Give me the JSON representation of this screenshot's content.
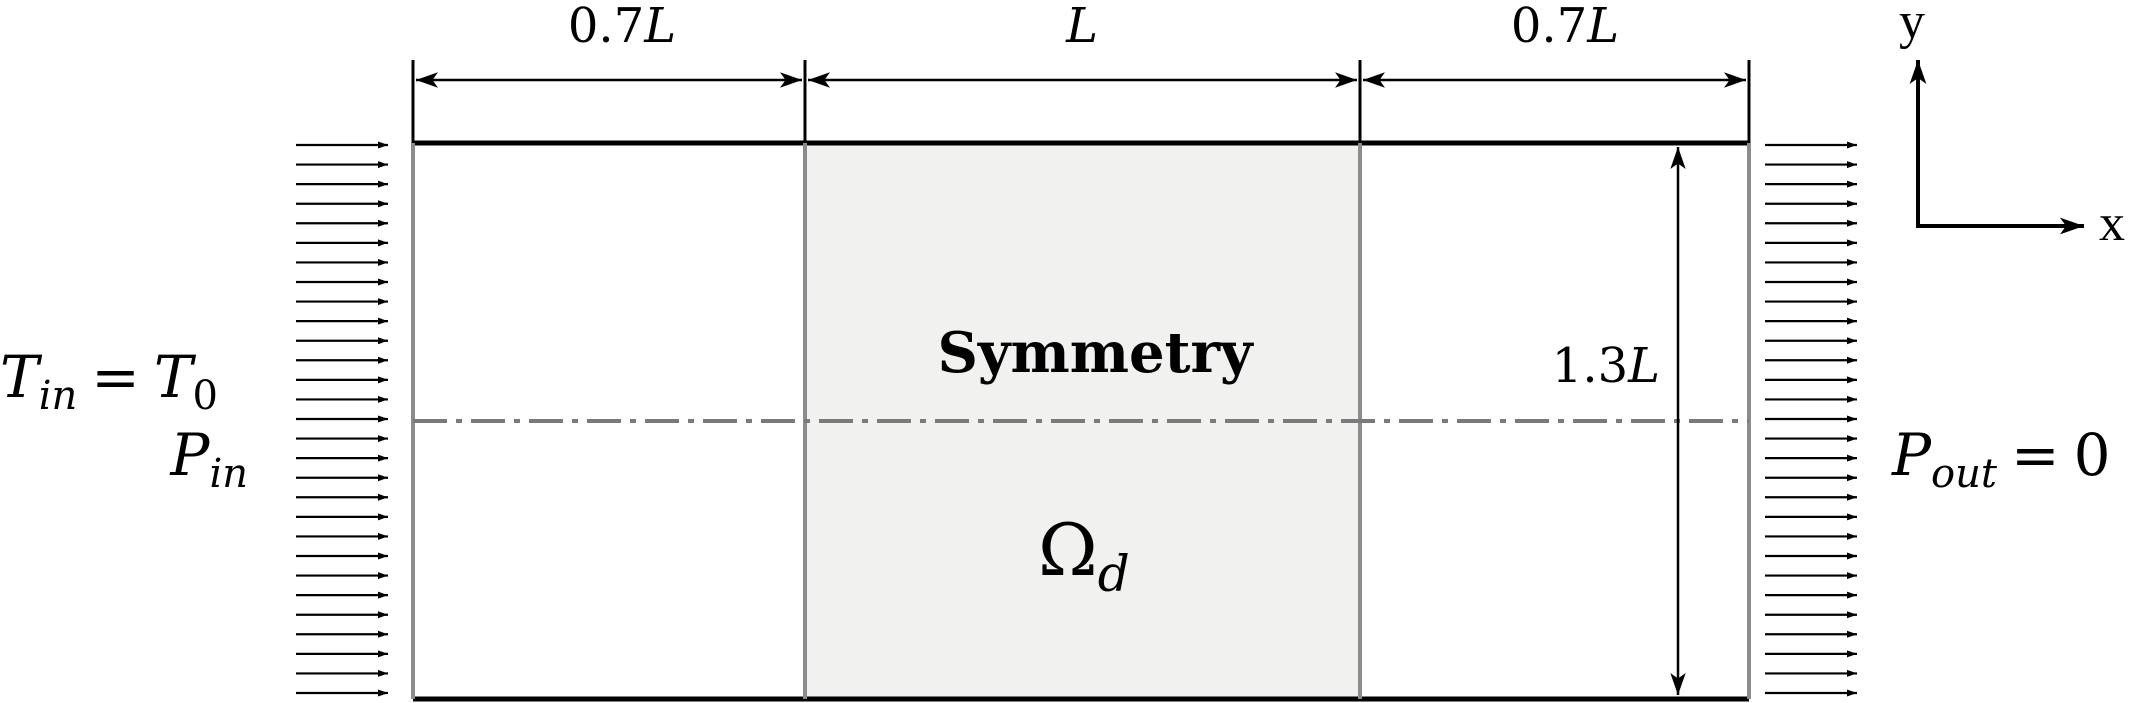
{
  "dimensions": {
    "left": [
      "0.7",
      "L"
    ],
    "middle": [
      "",
      "L"
    ],
    "right": [
      "0.7",
      "L"
    ],
    "height": [
      "1.3",
      "L"
    ]
  },
  "inlet": {
    "temperature": {
      "symbol": "T",
      "sub": "in",
      "rhs_symbol": "T",
      "rhs_sub": "0"
    },
    "pressure": {
      "symbol": "P",
      "sub": "in"
    }
  },
  "outlet": {
    "pressure": {
      "symbol": "P",
      "sub": "out",
      "rhs": "0"
    }
  },
  "symmetry_label": "Symmetry",
  "domain_label": {
    "symbol": "Ω",
    "sub": "d"
  },
  "axes": {
    "x": "x",
    "y": "y"
  },
  "colors": {
    "domain_fill": "#f1f1f0",
    "boundary_gray": "#8c8c8c",
    "symmetry_line": "#7a7a7a",
    "ink": "#000000"
  }
}
